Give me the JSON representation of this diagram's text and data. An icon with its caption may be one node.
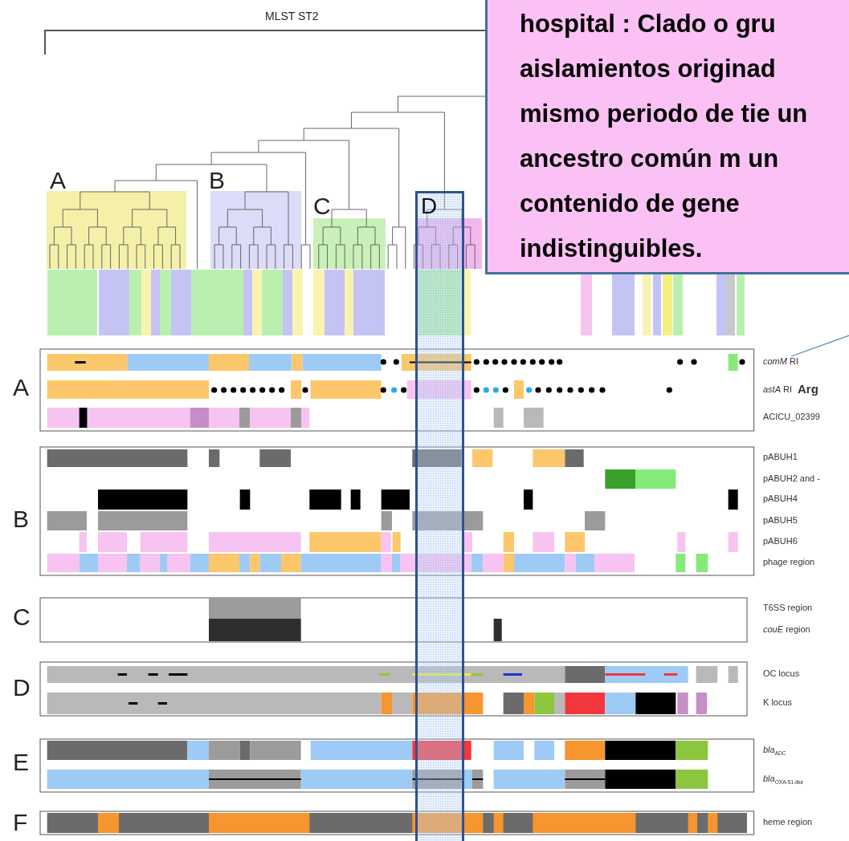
{
  "diagram": {
    "nodes": [
      {
        "text": [
          "hospital : Clado o gru aislamientos originad mismo periodo de tie un ancestro común m un contenido de gene indistinguibles."
        ]
      },
      {
        "text": [
          "D"
        ]
      },
      {
        "text": [
          "*comM* RI"
        ]
      }
    ],
    "edges": [
      {
        "from": null,
        "to": 2,
        "arrow": "none",
        "color": "#4f81bd"
      }
    ],
    "labels": [
      "MLST ST2",
      "A",
      "B",
      "C",
      "A",
      "B",
      "C",
      "D",
      "E",
      "F",
      "*astA* RI",
      "Arg",
      "ACICU_02399",
      "pABUH1",
      "pABUH2 and -",
      "pABUH4",
      "pABUH5",
      "pABUH6",
      "phage region",
      "T6SS region",
      "*couE* region",
      "OC locus",
      "K locus",
      "*bla*$_{ADC}$",
      "*bla*$_{OXA-51-like}$",
      "heme region"
    ]
  }
}
